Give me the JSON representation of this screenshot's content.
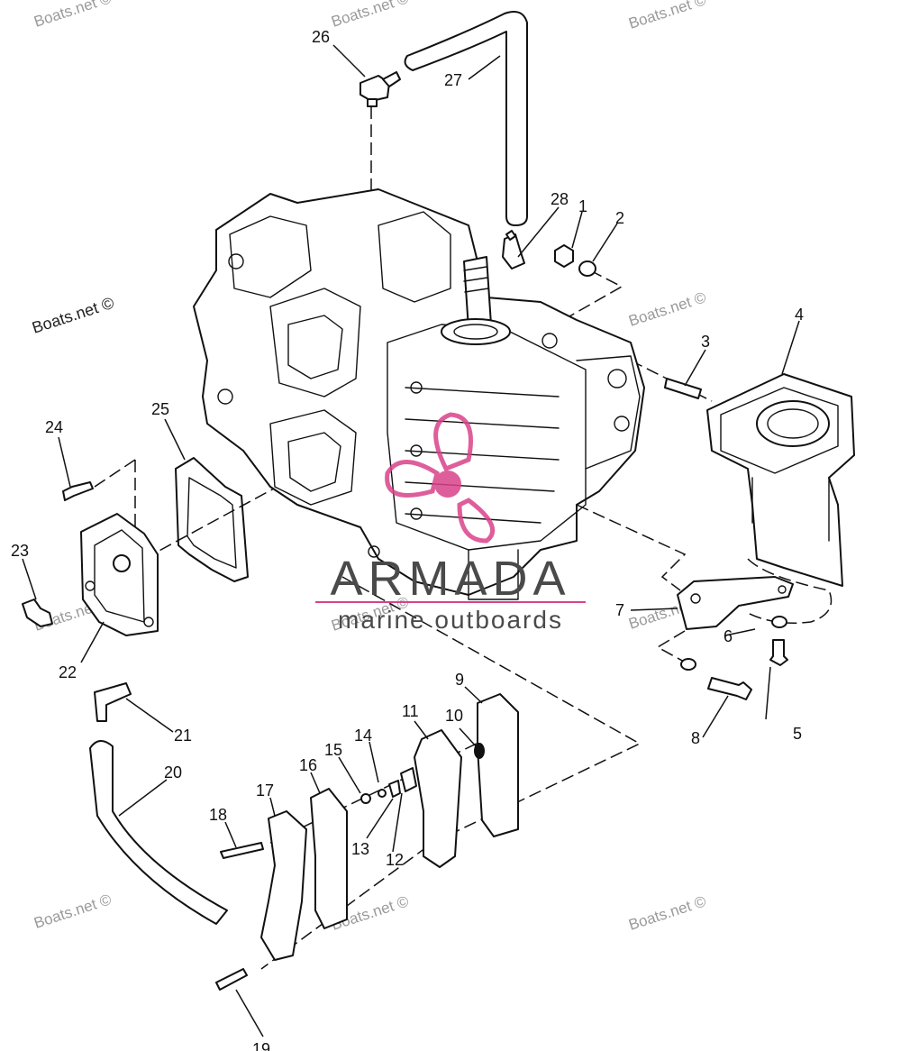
{
  "diagram": {
    "part_numbers": [
      "1",
      "2",
      "3",
      "4",
      "5",
      "6",
      "7",
      "8",
      "9",
      "10",
      "11",
      "12",
      "13",
      "14",
      "15",
      "16",
      "17",
      "18",
      "19",
      "20",
      "21",
      "22",
      "23",
      "24",
      "25",
      "26",
      "27",
      "28"
    ],
    "watermark_corner": "Boats.net ©",
    "watermark_repeat": "Boats.net ©",
    "brand": {
      "name": "ARMADA",
      "tagline": "marine outboards",
      "accent_color": "#d9428a",
      "text_color": "#4a4a4a"
    }
  }
}
